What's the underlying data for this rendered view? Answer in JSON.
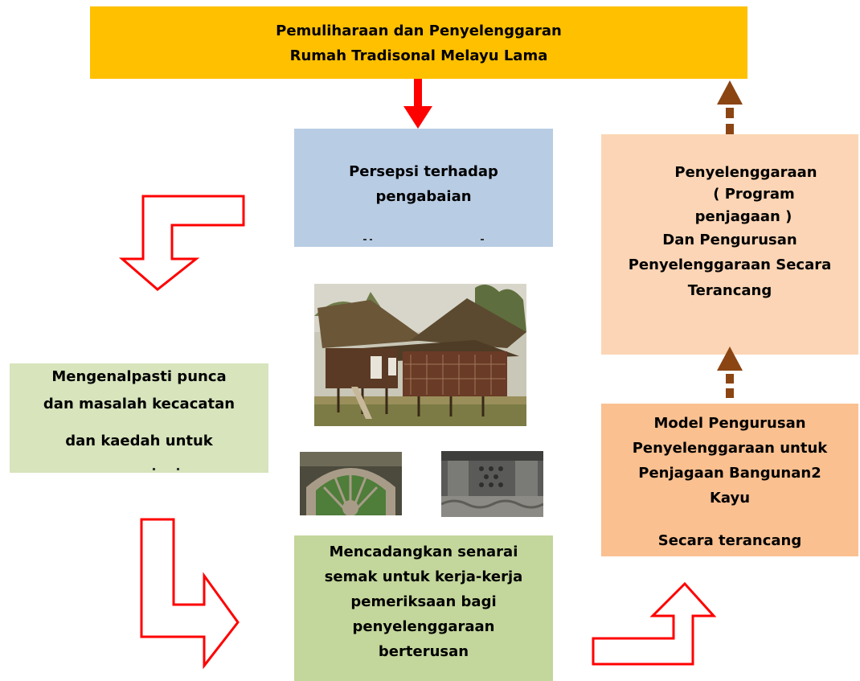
{
  "boxes": {
    "top": {
      "lines": [
        "Pemuliharaan dan Penyelenggaran",
        "Rumah Tradisonal Melayu Lama"
      ]
    },
    "persepsi": {
      "lines": [
        "Persepsi terhadap",
        "pengabaian"
      ]
    },
    "mengenalpasti": {
      "lines": [
        "Mengenalpasti punca",
        "dan masalah kecacatan",
        "dan kaedah untuk"
      ]
    },
    "mencadangkan": {
      "lines": [
        "Mencadangkan senarai",
        "semak untuk kerja-kerja",
        "pemeriksaan bagi",
        "penyelenggaraan",
        "berterusan"
      ]
    },
    "penyelenggaraan": {
      "lines": [
        "Penyelenggaraan",
        "( Program",
        "penjagaan )",
        "Dan Pengurusan",
        "Penyelenggaraan Secara",
        "Terancang"
      ]
    },
    "model": {
      "lines": [
        "Model Pengurusan",
        "Penyelenggaraan untuk",
        "Penjagaan Bangunan2",
        "Kayu",
        "Secara terancang"
      ]
    }
  },
  "colors": {
    "top": "#FFC000",
    "persepsi": "#B8CCE4",
    "mengenalpasti": "#D7E4BC",
    "mencadangkan": "#C3D69B",
    "penyelenggaraan": "#FBD5B5",
    "model": "#FAC090",
    "red_arrow": "#FF0000",
    "brown_arrow": "#8B4513"
  },
  "images": {
    "house": "traditional-malay-house-photo",
    "carving_left": "arched-wood-carving-panel-photo",
    "carving_right": "carved-wood-window-panel-photo"
  }
}
